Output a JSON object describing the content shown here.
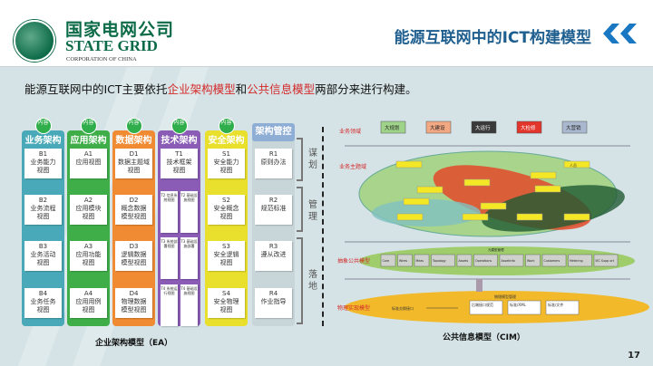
{
  "header": {
    "logo_cn": "国家电网公司",
    "logo_en": "STATE GRID",
    "logo_sub": "CORPORATION OF CHINA",
    "title": "能源互联网中的ICT构建模型"
  },
  "intro": {
    "part1": "能源互联网中的ICT主要依托",
    "hl1": "企业架构模型",
    "part2": "和",
    "hl2": "公共信息模型",
    "part3": "两部分来进行构建。"
  },
  "ea": {
    "badge": "内容",
    "columns": [
      {
        "title": "业务架构",
        "color": "#4aa9b8",
        "cards": [
          "B1\n业务能力\n视图",
          "B2\n业务流程\n视图",
          "B3\n业务活动\n视图",
          "B4\n业务任务\n视图"
        ]
      },
      {
        "title": "应用架构",
        "color": "#3fae48",
        "cards": [
          "A1\n应用视图",
          "A2\n应用模块\n视图",
          "A3\n应用功能\n视图",
          "A4\n应用用例\n视图"
        ]
      },
      {
        "title": "数据架构",
        "color": "#f08a33",
        "cards": [
          "D1\n数据主题域\n视图",
          "D2\n概念数据\n模型视图",
          "D3\n逻辑数据\n模型视图",
          "D4\n物理数据\n模型视图"
        ]
      },
      {
        "title": "技术架构",
        "color": "#8a5cb5",
        "cards": [
          "T1\n技术框架\n视图",
          "T2 信息系统视图",
          "T2 基础设施视图",
          "T3 系统部署视图",
          "T3 基础设施部署",
          "T4 系统运行视图",
          "T4 基础设施视图"
        ]
      },
      {
        "title": "安全架构",
        "color": "#e9df2d",
        "cards": [
          "S1\n安全能力\n视图",
          "S2\n安全概念\n视图",
          "S3\n安全逻辑\n视图",
          "S4\n安全物理\n视图"
        ]
      },
      {
        "title": "架构管控",
        "color": "#c8d6da",
        "cards": [
          "R1\n原则办法",
          "R2\n规范标准",
          "R3\n遵从改进",
          "R4\n作业指导"
        ]
      }
    ],
    "phases": [
      "谋划",
      "管理",
      "落地"
    ],
    "caption": "企业架构模型（EA）"
  },
  "cim": {
    "layers": [
      "业务领域",
      "业务主题域",
      "抽象公共模型",
      "物理实现模型"
    ],
    "domains": [
      {
        "label": "大规划",
        "color": "#9fd38a"
      },
      {
        "label": "大建设",
        "color": "#f2a882"
      },
      {
        "label": "大运行",
        "color": "#3a3a3a"
      },
      {
        "label": "大检修",
        "color": "#e2352b"
      },
      {
        "label": "大营销",
        "color": "#a9b8cf"
      }
    ],
    "topic_right": "人员",
    "packages": [
      "Core",
      "Wires",
      "Meas",
      "Topology",
      "Assets",
      "Operations",
      "AssetInfo",
      "Work",
      "Customers",
      "Metering",
      "IEC Supp ort"
    ],
    "pkg_manager": "元模型管理",
    "std_interface": "标准交换接口",
    "phys_manager": "物理模型管理",
    "phys_boxes": [
      "后端接口规范",
      "标准/XML",
      "标准/文件"
    ],
    "caption": "公共信息模型（CIM）"
  },
  "page_number": "17"
}
